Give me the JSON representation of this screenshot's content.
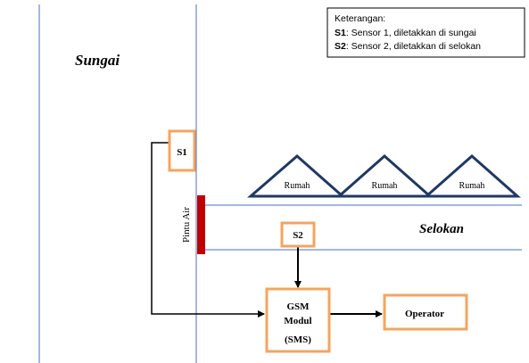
{
  "legend": {
    "title": "Keterangan:",
    "items": [
      {
        "key": "S1",
        "text": ": Sensor 1, diletakkan di sungai"
      },
      {
        "key": "S2",
        "text": ": Sensor 2, diletakkan di selokan"
      }
    ]
  },
  "labels": {
    "river": "Sungai",
    "gutter": "Selokan",
    "water_gate": "Pintu Air"
  },
  "houses": [
    "Rumah",
    "Rumah",
    "Rumah"
  ],
  "nodes": {
    "sensor1": "S1",
    "sensor2": "S2",
    "gsm": [
      "GSM",
      "Modul",
      "(SMS)"
    ],
    "operator": "Operator"
  },
  "colors": {
    "river_line": "#4472c4",
    "house_stroke": "#1f3864",
    "box_border": "#f4a460",
    "gate": "#c00000",
    "arrow": "#000000"
  }
}
